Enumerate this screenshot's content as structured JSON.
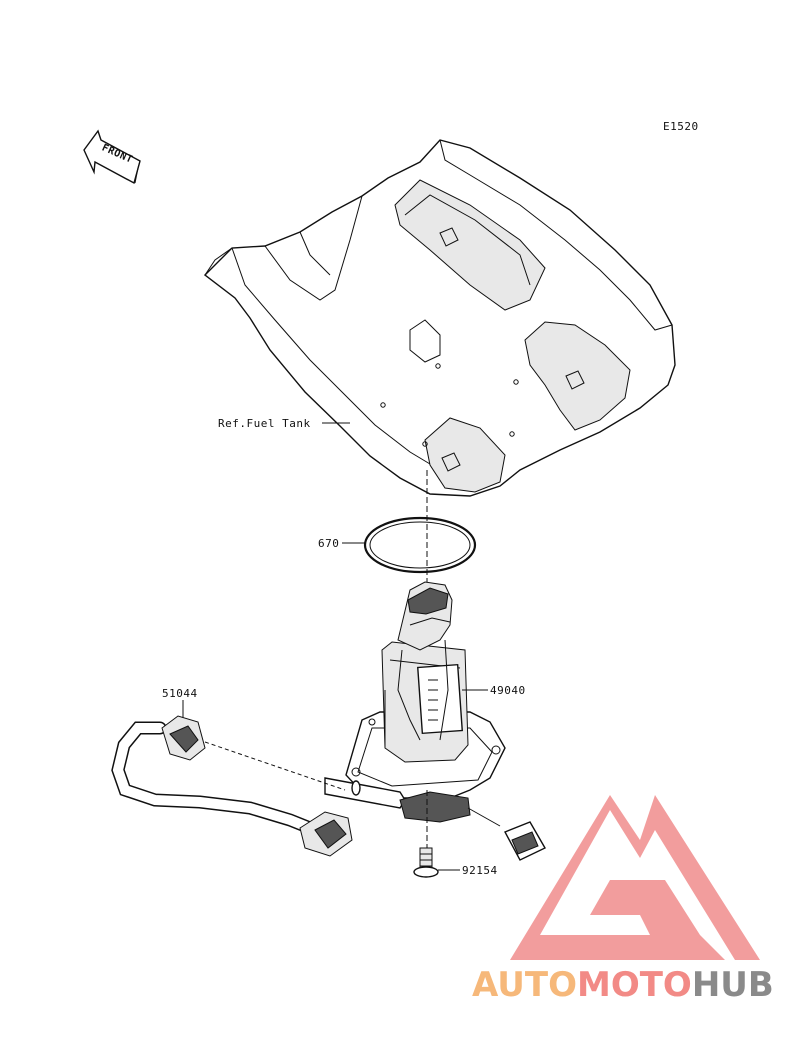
{
  "diagram_code": "E1520",
  "front_arrow_label": "FRONT",
  "parts": {
    "fuel_tank_ref": "Ref.Fuel Tank",
    "o_ring": "670",
    "fuel_pump": "49040",
    "fuel_hose": "51044",
    "bolt": "92154"
  },
  "watermark": {
    "part1": "AUTO",
    "part2": "MOTO",
    "part3": "HUB",
    "colors": {
      "part1": "#f6b87a",
      "part2": "#f28a86",
      "part3": "#8a8a8a",
      "logo": "#f08c8c"
    }
  }
}
